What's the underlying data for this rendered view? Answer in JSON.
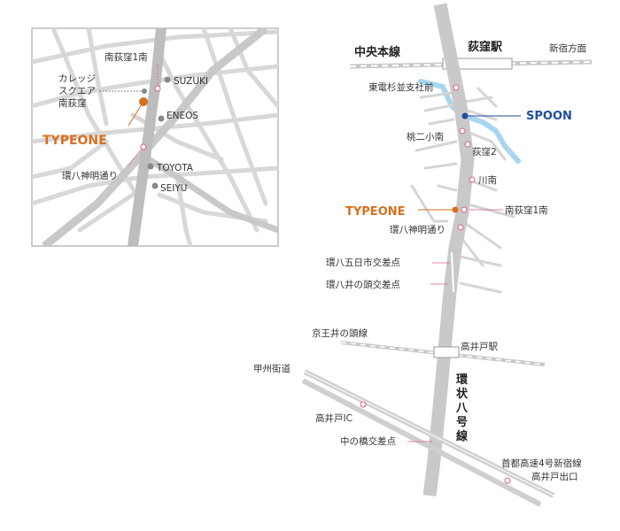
{
  "inset": {
    "station_label": "南荻窪1南",
    "college_label": "カレッジ\nスクエア\n南荻窪",
    "shop_label": "TYPEONE",
    "bus_label": "環八神明通り",
    "landmarks": [
      "SUZUKI",
      "ENEOS",
      "TOYOTA",
      "SEIYU"
    ]
  },
  "main": {
    "line_chuo": "中央本線",
    "station_ogikubo": "荻窪駅",
    "dir_shinjuku": "新宿方面",
    "stops": [
      "東電杉並支社前",
      "桃二小南",
      "荻窪2",
      "川南",
      "南荻窪1南",
      "環八神明通り"
    ],
    "spoon_label": "SPOON",
    "typeone_label": "TYPEONE",
    "intersections": [
      "環八五日市交差点",
      "環八井の頭交差点"
    ],
    "line_keio": "京王井の頭線",
    "station_takaido": "高井戸駅",
    "kanpachi": [
      "環",
      "状",
      "八",
      "号",
      "線"
    ],
    "koshu": "甲州街道",
    "takaido_ic": "高井戸IC",
    "nakanohashi": "中の橋交差点",
    "expressway_label": [
      "首都高速4号新宿線",
      "高井戸出口"
    ]
  },
  "colors": {
    "orange": "#d86f1e",
    "blue": "#1f4e9c",
    "pink": "#e0598a",
    "river": "#a9d6ef",
    "road": "#cfcfcf"
  }
}
